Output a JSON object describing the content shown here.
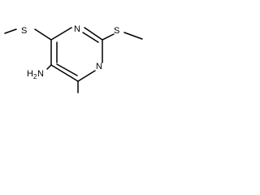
{
  "structure": {
    "atoms": {
      "n_top": "N",
      "n_right": "N",
      "s_left": "S",
      "s_right": "S",
      "amine_h": "H",
      "amine_h_count": "2",
      "amine_n": "N"
    }
  }
}
